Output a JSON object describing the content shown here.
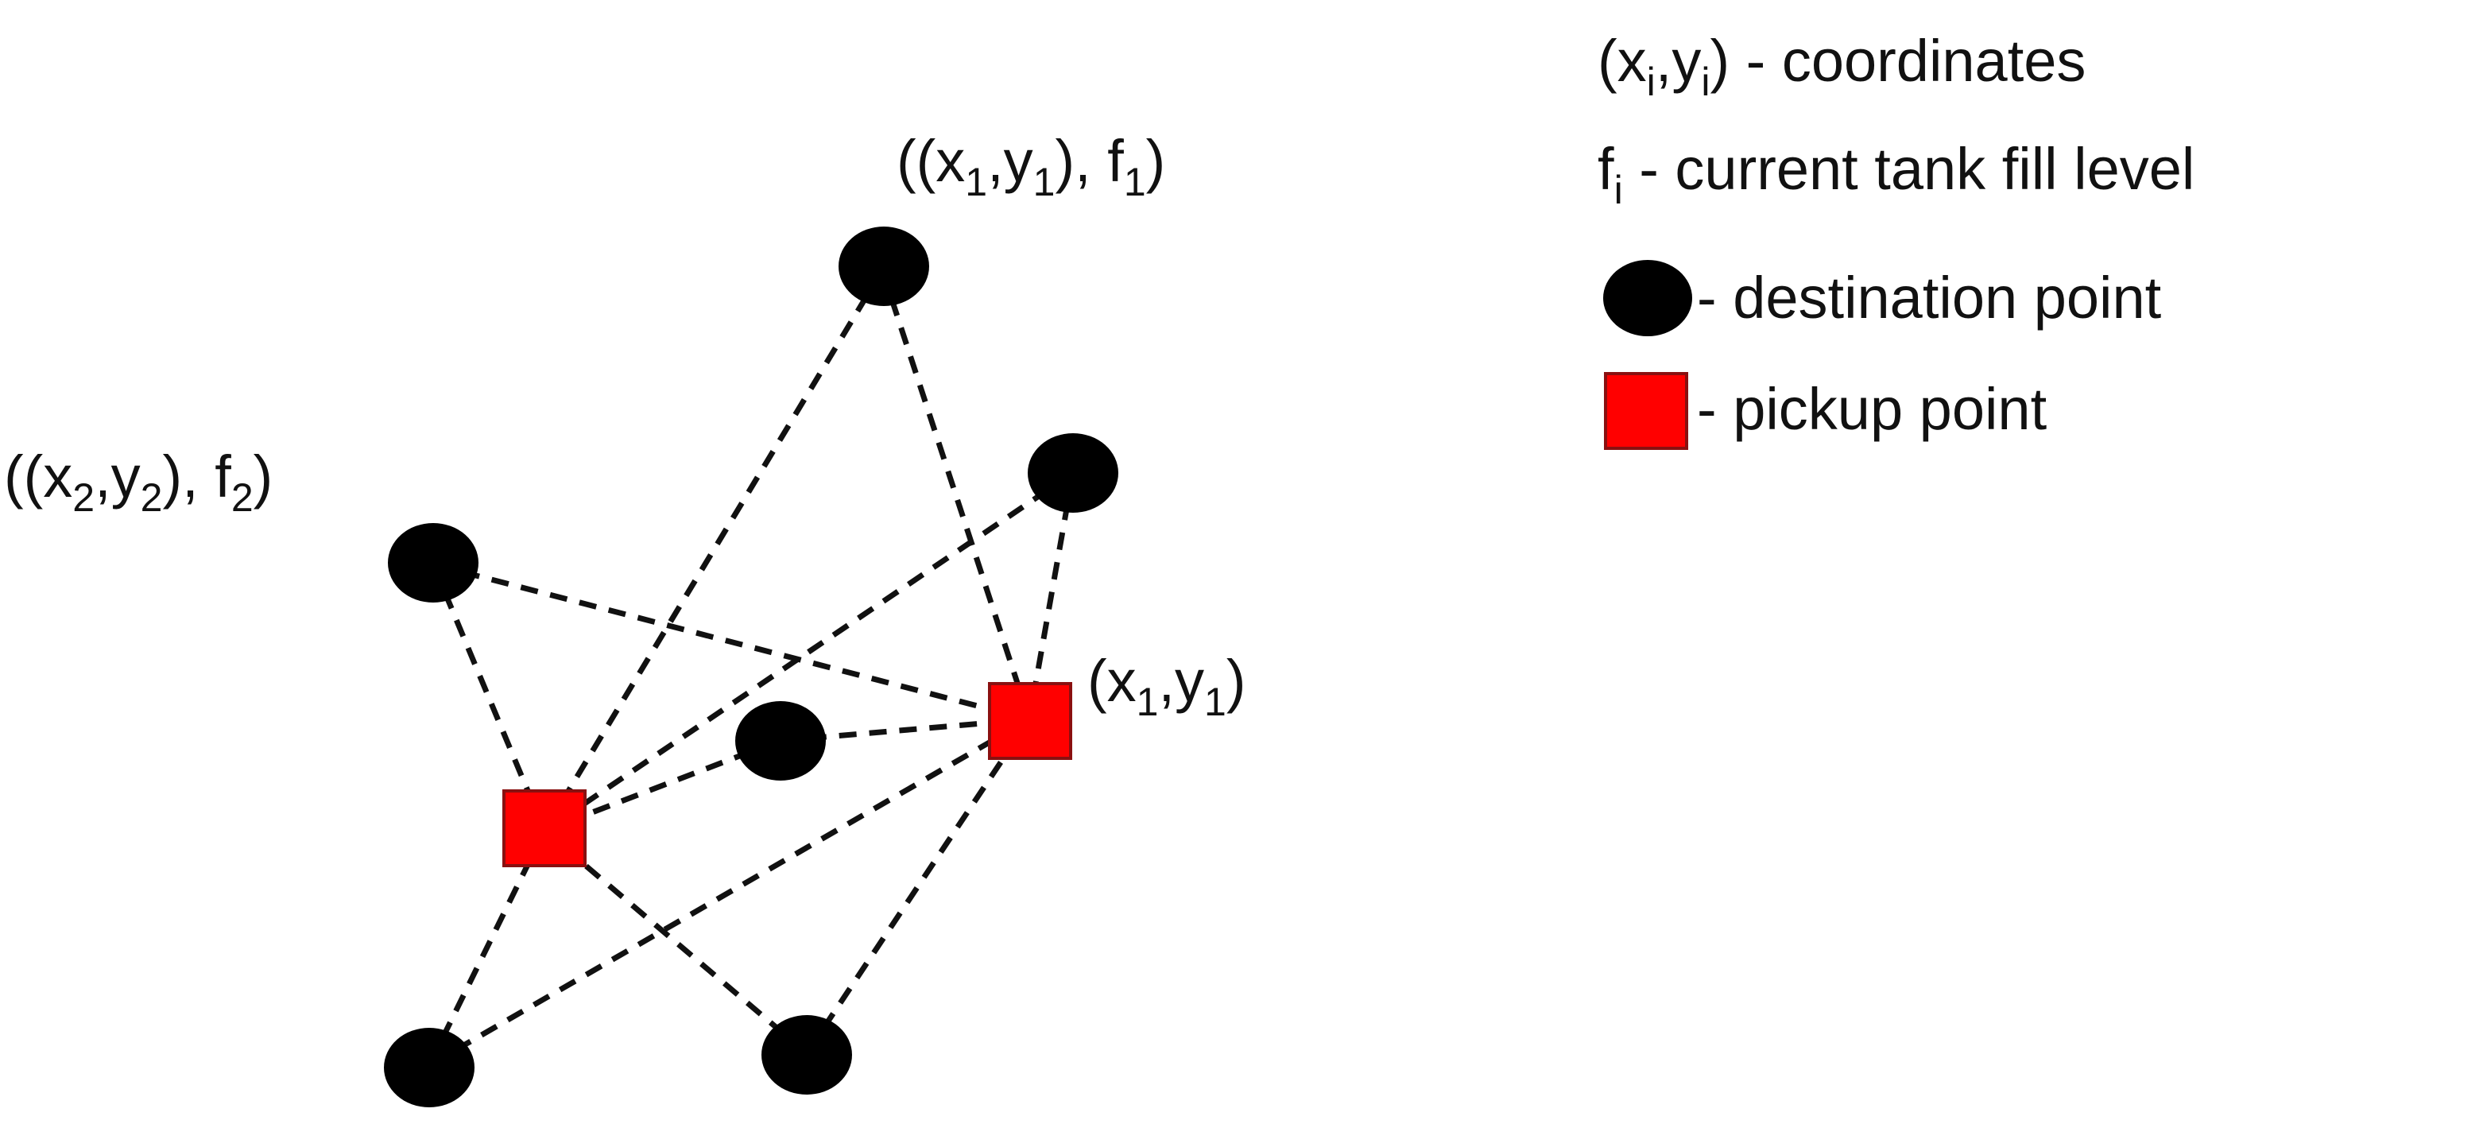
{
  "colors": {
    "destination": "#000000",
    "pickup": "#ff0000",
    "edge": "#111111"
  },
  "node_labels": {
    "dest1": [
      "((x",
      "1",
      ",y",
      "1",
      "), f",
      "1",
      ")"
    ],
    "dest2": [
      "((x",
      "2",
      ",y",
      "2",
      "), f",
      "2",
      ")"
    ],
    "pickup1": [
      "(x",
      "1",
      ",y",
      "1",
      ")"
    ]
  },
  "legend": {
    "coordinates": [
      "(x",
      "i",
      ",y",
      "i",
      ") - coordinates"
    ],
    "fill_level": [
      "f",
      "i",
      " - current tank fill level"
    ],
    "destination_text": "- destination point",
    "pickup_text": "- pickup point"
  }
}
